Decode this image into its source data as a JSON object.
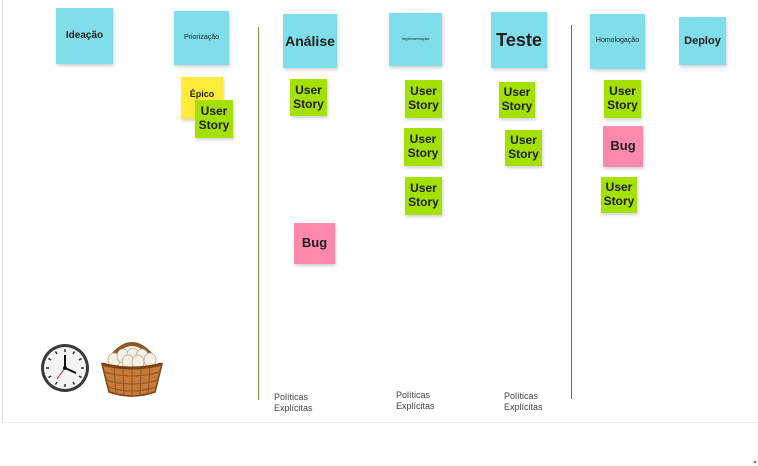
{
  "columns": {
    "ideacao": "Ideação",
    "priorizacao": "Priorização",
    "analise": "Análise",
    "implementacao": "Implementação",
    "teste": "Teste",
    "homologacao": "Homologação",
    "deploy": "Deploy"
  },
  "cards": {
    "epic": "Épico",
    "story": "User Story",
    "bug": "Bug"
  },
  "policies": {
    "line1": "Políticas",
    "line2": "Explícitas"
  },
  "colors": {
    "column_header": "#80deea",
    "user_story": "#a4e000",
    "bug": "#ff88ad",
    "epic": "#ffeb3b",
    "divider_green": "#6a9a3a",
    "divider_red": "#e53935"
  },
  "icons": [
    "clock-icon",
    "egg-basket-icon"
  ]
}
